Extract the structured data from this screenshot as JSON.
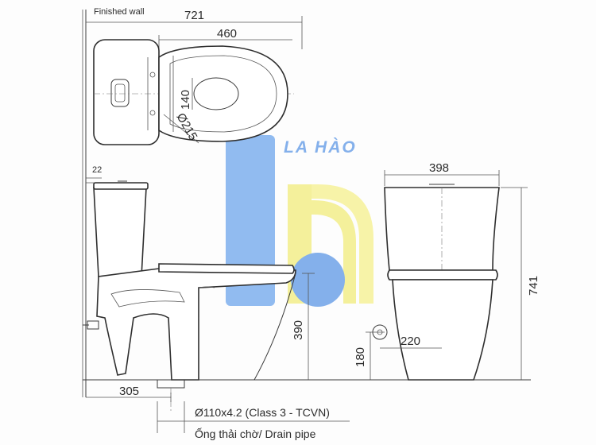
{
  "labels": {
    "finished_wall": "Finished wall",
    "dim_721": "721",
    "dim_460": "460",
    "dim_140": "140",
    "dim_215": "Ø215",
    "dim_22": "22",
    "dim_398": "398",
    "dim_741": "741",
    "dim_390": "390",
    "dim_220": "220",
    "dim_180": "180",
    "dim_305": "305",
    "pipe_spec": "Ø110x4.2 (Class 3 - TCVN)",
    "pipe_name": "Ống thải chờ/ Drain pipe"
  },
  "watermark": {
    "text": "LA HÀO",
    "color_blue": "#6fa3e8",
    "color_yellow": "#f3ee8a"
  }
}
